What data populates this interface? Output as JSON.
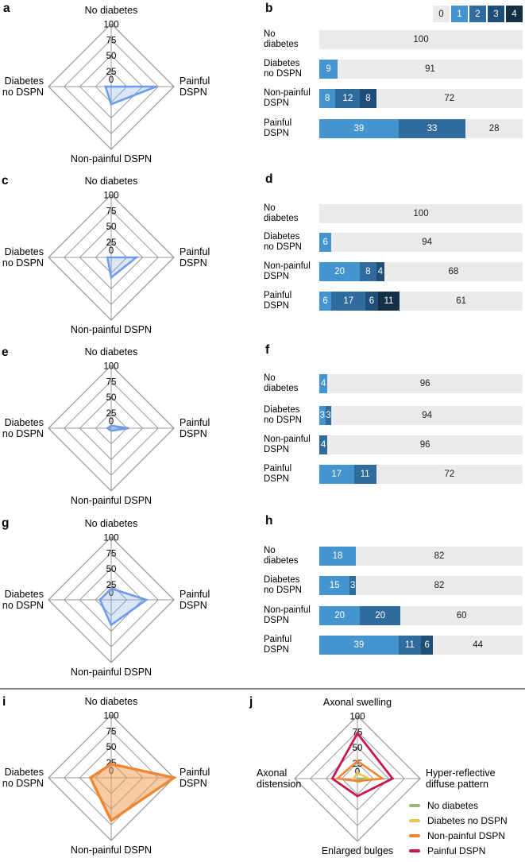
{
  "colors": {
    "grid": "#9b9b9b",
    "text": "#000000",
    "grades": [
      "#ebebeb",
      "#4494d0",
      "#2f6b9d",
      "#1f4e76",
      "#143049"
    ],
    "series": {
      "blue": {
        "stroke": "#6d9cec",
        "fill": "rgba(125,165,235,0.28)",
        "width": 2.6
      },
      "orange_filled": {
        "stroke": "#f0862f",
        "fill": "rgba(243,152,74,0.5)",
        "width": 3.4
      },
      "green": {
        "stroke": "#94ba79",
        "fill": "none",
        "width": 2.6
      },
      "yellow": {
        "stroke": "#eac64f",
        "fill": "none",
        "width": 2.6
      },
      "orange": {
        "stroke": "#f0862f",
        "fill": "none",
        "width": 2.6
      },
      "crimson": {
        "stroke": "#c8174b",
        "fill": "none",
        "width": 2.8
      }
    }
  },
  "chart_data": [
    {
      "panel": "a",
      "type": "radar",
      "max": 100,
      "scale": [
        0,
        100
      ],
      "tick_labels": [
        "100",
        "75",
        "50",
        "25",
        "0"
      ],
      "axes": [
        {
          "label": [
            "No diabetes"
          ],
          "pos": "top"
        },
        {
          "label": [
            "Painful",
            "DSPN"
          ],
          "pos": "right"
        },
        {
          "label": [
            "Non-painful DSPN"
          ],
          "pos": "bottom"
        },
        {
          "label": [
            "Diabetes",
            "no DSPN"
          ],
          "pos": "left"
        }
      ],
      "series": [
        {
          "color": "blue",
          "values": [
            0,
            72,
            28,
            9
          ]
        }
      ],
      "layout": {
        "size": [
          330,
          215
        ],
        "center": [
          140,
          109
        ],
        "radius": 79
      }
    },
    {
      "panel": "b",
      "type": "stacked-bar",
      "unit_max": 100,
      "legend": [
        "0",
        "1",
        "2",
        "3",
        "4"
      ],
      "rows": [
        {
          "label": [
            "No",
            "diabetes"
          ],
          "segments": [
            {
              "grade": 0,
              "value": 100
            }
          ]
        },
        {
          "label": [
            "Diabetes",
            "no DSPN"
          ],
          "segments": [
            {
              "grade": 1,
              "value": 9
            },
            {
              "grade": 0,
              "value": 91
            }
          ]
        },
        {
          "label": [
            "Non-painful",
            "DSPN"
          ],
          "segments": [
            {
              "grade": 1,
              "value": 8
            },
            {
              "grade": 2,
              "value": 12
            },
            {
              "grade": 3,
              "value": 8
            },
            {
              "grade": 0,
              "value": 72
            }
          ]
        },
        {
          "label": [
            "Painful",
            "DSPN"
          ],
          "segments": [
            {
              "grade": 1,
              "value": 39
            },
            {
              "grade": 2,
              "value": 33
            },
            {
              "grade": 0,
              "value": 28
            }
          ]
        }
      ],
      "layout": {
        "row_tops": [
          38,
          75,
          112,
          150
        ]
      }
    },
    {
      "panel": "c",
      "type": "radar",
      "max": 100,
      "scale": [
        0,
        100
      ],
      "tick_labels": [
        "100",
        "75",
        "50",
        "25",
        "0"
      ],
      "axes": [
        {
          "label": [
            "No diabetes"
          ],
          "pos": "top"
        },
        {
          "label": [
            "Painful",
            "DSPN"
          ],
          "pos": "right"
        },
        {
          "label": [
            "Non-painful DSPN"
          ],
          "pos": "bottom"
        },
        {
          "label": [
            "Diabetes",
            "no DSPN"
          ],
          "pos": "left"
        }
      ],
      "series": [
        {
          "color": "blue",
          "values": [
            0,
            40,
            32,
            6
          ]
        }
      ],
      "layout": {
        "size": [
          330,
          215
        ],
        "center": [
          140,
          109
        ],
        "radius": 79
      }
    },
    {
      "panel": "d",
      "type": "stacked-bar",
      "unit_max": 100,
      "rows": [
        {
          "label": [
            "No",
            "diabetes"
          ],
          "segments": [
            {
              "grade": 0,
              "value": 100
            }
          ]
        },
        {
          "label": [
            "Diabetes",
            "no DSPN"
          ],
          "segments": [
            {
              "grade": 1,
              "value": 6
            },
            {
              "grade": 0,
              "value": 94
            }
          ]
        },
        {
          "label": [
            "Non-painful",
            "DSPN"
          ],
          "segments": [
            {
              "grade": 1,
              "value": 20
            },
            {
              "grade": 2,
              "value": 8
            },
            {
              "grade": 3,
              "value": 4
            },
            {
              "grade": 0,
              "value": 68
            }
          ]
        },
        {
          "label": [
            "Painful",
            "DSPN"
          ],
          "segments": [
            {
              "grade": 1,
              "value": 6
            },
            {
              "grade": 2,
              "value": 17
            },
            {
              "grade": 3,
              "value": 6
            },
            {
              "grade": 4,
              "value": 11
            },
            {
              "grade": 0,
              "value": 61
            }
          ]
        }
      ],
      "layout": {
        "row_tops": [
          42,
          78,
          115,
          152
        ]
      }
    },
    {
      "panel": "e",
      "type": "radar",
      "max": 100,
      "scale": [
        0,
        100
      ],
      "tick_labels": [
        "100",
        "75",
        "50",
        "25",
        "0"
      ],
      "axes": [
        {
          "label": [
            "No diabetes"
          ],
          "pos": "top"
        },
        {
          "label": [
            "Painful",
            "DSPN"
          ],
          "pos": "right"
        },
        {
          "label": [
            "Non-painful DSPN"
          ],
          "pos": "bottom"
        },
        {
          "label": [
            "Diabetes",
            "no DSPN"
          ],
          "pos": "left"
        }
      ],
      "series": [
        {
          "color": "blue",
          "values": [
            4,
            28,
            4,
            6
          ]
        }
      ],
      "layout": {
        "size": [
          330,
          215
        ],
        "center": [
          140,
          109
        ],
        "radius": 79
      }
    },
    {
      "panel": "f",
      "type": "stacked-bar",
      "unit_max": 100,
      "rows": [
        {
          "label": [
            "No",
            "diabetes"
          ],
          "segments": [
            {
              "grade": 1,
              "value": 4
            },
            {
              "grade": 0,
              "value": 96
            }
          ]
        },
        {
          "label": [
            "Diabetes",
            "no DSPN"
          ],
          "segments": [
            {
              "grade": 1,
              "value": 3
            },
            {
              "grade": 2,
              "value": 3
            },
            {
              "grade": 0,
              "value": 94
            }
          ]
        },
        {
          "label": [
            "Non-painful",
            "DSPN"
          ],
          "segments": [
            {
              "grade": 2,
              "value": 4
            },
            {
              "grade": 0,
              "value": 96
            }
          ]
        },
        {
          "label": [
            "Painful",
            "DSPN"
          ],
          "segments": [
            {
              "grade": 1,
              "value": 17
            },
            {
              "grade": 2,
              "value": 11
            },
            {
              "grade": 0,
              "value": 72
            }
          ]
        }
      ],
      "layout": {
        "row_tops": [
          41,
          81,
          118,
          155
        ]
      }
    },
    {
      "panel": "g",
      "type": "radar",
      "max": 100,
      "scale": [
        0,
        100
      ],
      "tick_labels": [
        "100",
        "75",
        "50",
        "25",
        "0"
      ],
      "axes": [
        {
          "label": [
            "No diabetes"
          ],
          "pos": "top"
        },
        {
          "label": [
            "Painful",
            "DSPN"
          ],
          "pos": "right"
        },
        {
          "label": [
            "Non-painful DSPN"
          ],
          "pos": "bottom"
        },
        {
          "label": [
            "Diabetes",
            "no DSPN"
          ],
          "pos": "left"
        }
      ],
      "series": [
        {
          "color": "blue",
          "values": [
            18,
            56,
            40,
            18
          ]
        }
      ],
      "layout": {
        "size": [
          330,
          220
        ],
        "center": [
          140,
          110
        ],
        "radius": 79
      }
    },
    {
      "panel": "h",
      "type": "stacked-bar",
      "unit_max": 100,
      "rows": [
        {
          "label": [
            "No",
            "diabetes"
          ],
          "segments": [
            {
              "grade": 1,
              "value": 18
            },
            {
              "grade": 0,
              "value": 82
            }
          ]
        },
        {
          "label": [
            "Diabetes",
            "no DSPN"
          ],
          "segments": [
            {
              "grade": 1,
              "value": 15
            },
            {
              "grade": 2,
              "value": 3
            },
            {
              "grade": 0,
              "value": 82
            }
          ]
        },
        {
          "label": [
            "Non-painful",
            "DSPN"
          ],
          "segments": [
            {
              "grade": 1,
              "value": 20
            },
            {
              "grade": 2,
              "value": 20
            },
            {
              "grade": 0,
              "value": 60
            }
          ]
        },
        {
          "label": [
            "Painful",
            "DSPN"
          ],
          "segments": [
            {
              "grade": 1,
              "value": 39
            },
            {
              "grade": 2,
              "value": 11
            },
            {
              "grade": 3,
              "value": 6
            },
            {
              "grade": 0,
              "value": 44
            }
          ]
        }
      ],
      "layout": {
        "row_tops": [
          43,
          80,
          118,
          155
        ]
      }
    },
    {
      "panel": "i",
      "type": "radar",
      "max": 100,
      "scale": [
        0,
        100
      ],
      "tick_labels": [
        "100",
        "75",
        "50",
        "25",
        "0"
      ],
      "axes": [
        {
          "label": [
            "No diabetes"
          ],
          "pos": "top"
        },
        {
          "label": [
            "Painful",
            "DSPN"
          ],
          "pos": "right"
        },
        {
          "label": [
            "Non-painful DSPN"
          ],
          "pos": "bottom"
        },
        {
          "label": [
            "Diabetes",
            "no DSPN"
          ],
          "pos": "left"
        }
      ],
      "series": [
        {
          "color": "orange_filled",
          "values": [
            22,
            100,
            68,
            33
          ]
        }
      ],
      "layout": {
        "size": [
          330,
          218
        ],
        "center": [
          140,
          112
        ],
        "radius": 79
      }
    },
    {
      "panel": "j",
      "type": "radar",
      "max": 100,
      "scale": [
        0,
        100
      ],
      "tick_labels": [
        "100",
        "75",
        "50",
        "25",
        "0"
      ],
      "axes": [
        {
          "label": [
            "Axonal swelling"
          ],
          "pos": "top"
        },
        {
          "label": [
            "Hyper-reflective",
            "diffuse pattern"
          ],
          "pos": "right"
        },
        {
          "label": [
            "Enlarged bulges"
          ],
          "pos": "bottom"
        },
        {
          "label": [
            "Axonal",
            "distension"
          ],
          "pos": "left",
          "x": -7,
          "anchor": "start"
        }
      ],
      "series": [
        {
          "name": "No diabetes",
          "color": "green",
          "values": [
            0,
            18,
            4,
            0
          ]
        },
        {
          "name": "Diabetes no DSPN",
          "color": "yellow",
          "values": [
            9,
            18,
            6,
            6
          ]
        },
        {
          "name": "Non-painful DSPN",
          "color": "orange",
          "values": [
            28,
            40,
            4,
            32
          ]
        },
        {
          "name": "Painful DSPN",
          "color": "crimson",
          "values": [
            72,
            56,
            28,
            40
          ]
        }
      ],
      "legend": [
        {
          "label": "No diabetes",
          "color": "green"
        },
        {
          "label": "Diabetes no DSPN",
          "color": "yellow"
        },
        {
          "label": "Non-painful DSPN",
          "color": "orange"
        },
        {
          "label": "Painful DSPN",
          "color": "crimson"
        }
      ],
      "layout": {
        "size": [
          331,
          218
        ],
        "center": [
          120,
          113
        ],
        "radius": 79
      }
    }
  ]
}
